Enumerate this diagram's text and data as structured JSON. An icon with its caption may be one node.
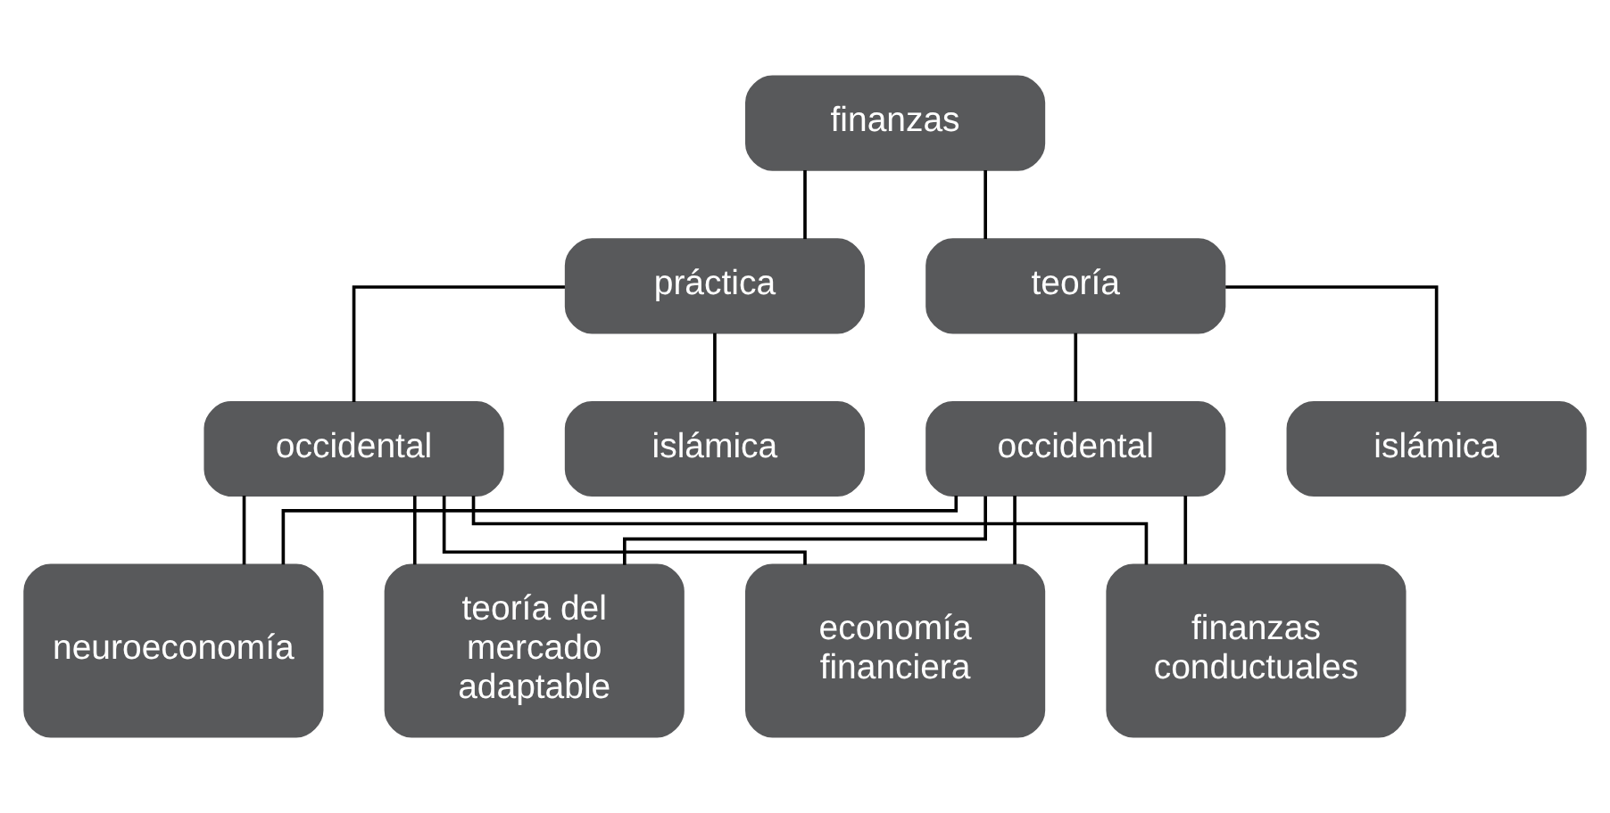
{
  "diagram": {
    "nodes": [
      {
        "text": [
          "finanzas"
        ]
      },
      {
        "text": [
          "práctica"
        ]
      },
      {
        "text": [
          "teoría"
        ]
      },
      {
        "text": [
          "occidental"
        ]
      },
      {
        "text": [
          "islámica"
        ]
      },
      {
        "text": [
          "occidental"
        ]
      },
      {
        "text": [
          "islámica"
        ]
      },
      {
        "text": [
          "economía financiera"
        ]
      },
      {
        "text": [
          "finanzas conductuales"
        ]
      },
      {
        "text": [
          "neuroeconomía"
        ]
      },
      {
        "text": [
          "teoría del mercado adaptable"
        ]
      }
    ],
    "edges": [
      {
        "from": 0,
        "to": 1,
        "arrow": "none"
      },
      {
        "from": 0,
        "to": 2,
        "arrow": "none"
      },
      {
        "from": 1,
        "to": 3,
        "arrow": "none"
      },
      {
        "from": 1,
        "to": 4,
        "arrow": "none"
      },
      {
        "from": 2,
        "to": 5,
        "arrow": "none"
      },
      {
        "from": 2,
        "to": 6,
        "arrow": "none"
      },
      {
        "from": 3,
        "to": 7,
        "arrow": "none"
      },
      {
        "from": 3,
        "to": 8,
        "arrow": "none"
      },
      {
        "from": 3,
        "to": 9,
        "arrow": "none"
      },
      {
        "from": 3,
        "to": 10,
        "arrow": "none"
      },
      {
        "from": 5,
        "to": 7,
        "arrow": "none"
      },
      {
        "from": 5,
        "to": 8,
        "arrow": "none"
      },
      {
        "from": 5,
        "to": 9,
        "arrow": "none"
      },
      {
        "from": 5,
        "to": 10,
        "arrow": "none"
      }
    ]
  }
}
